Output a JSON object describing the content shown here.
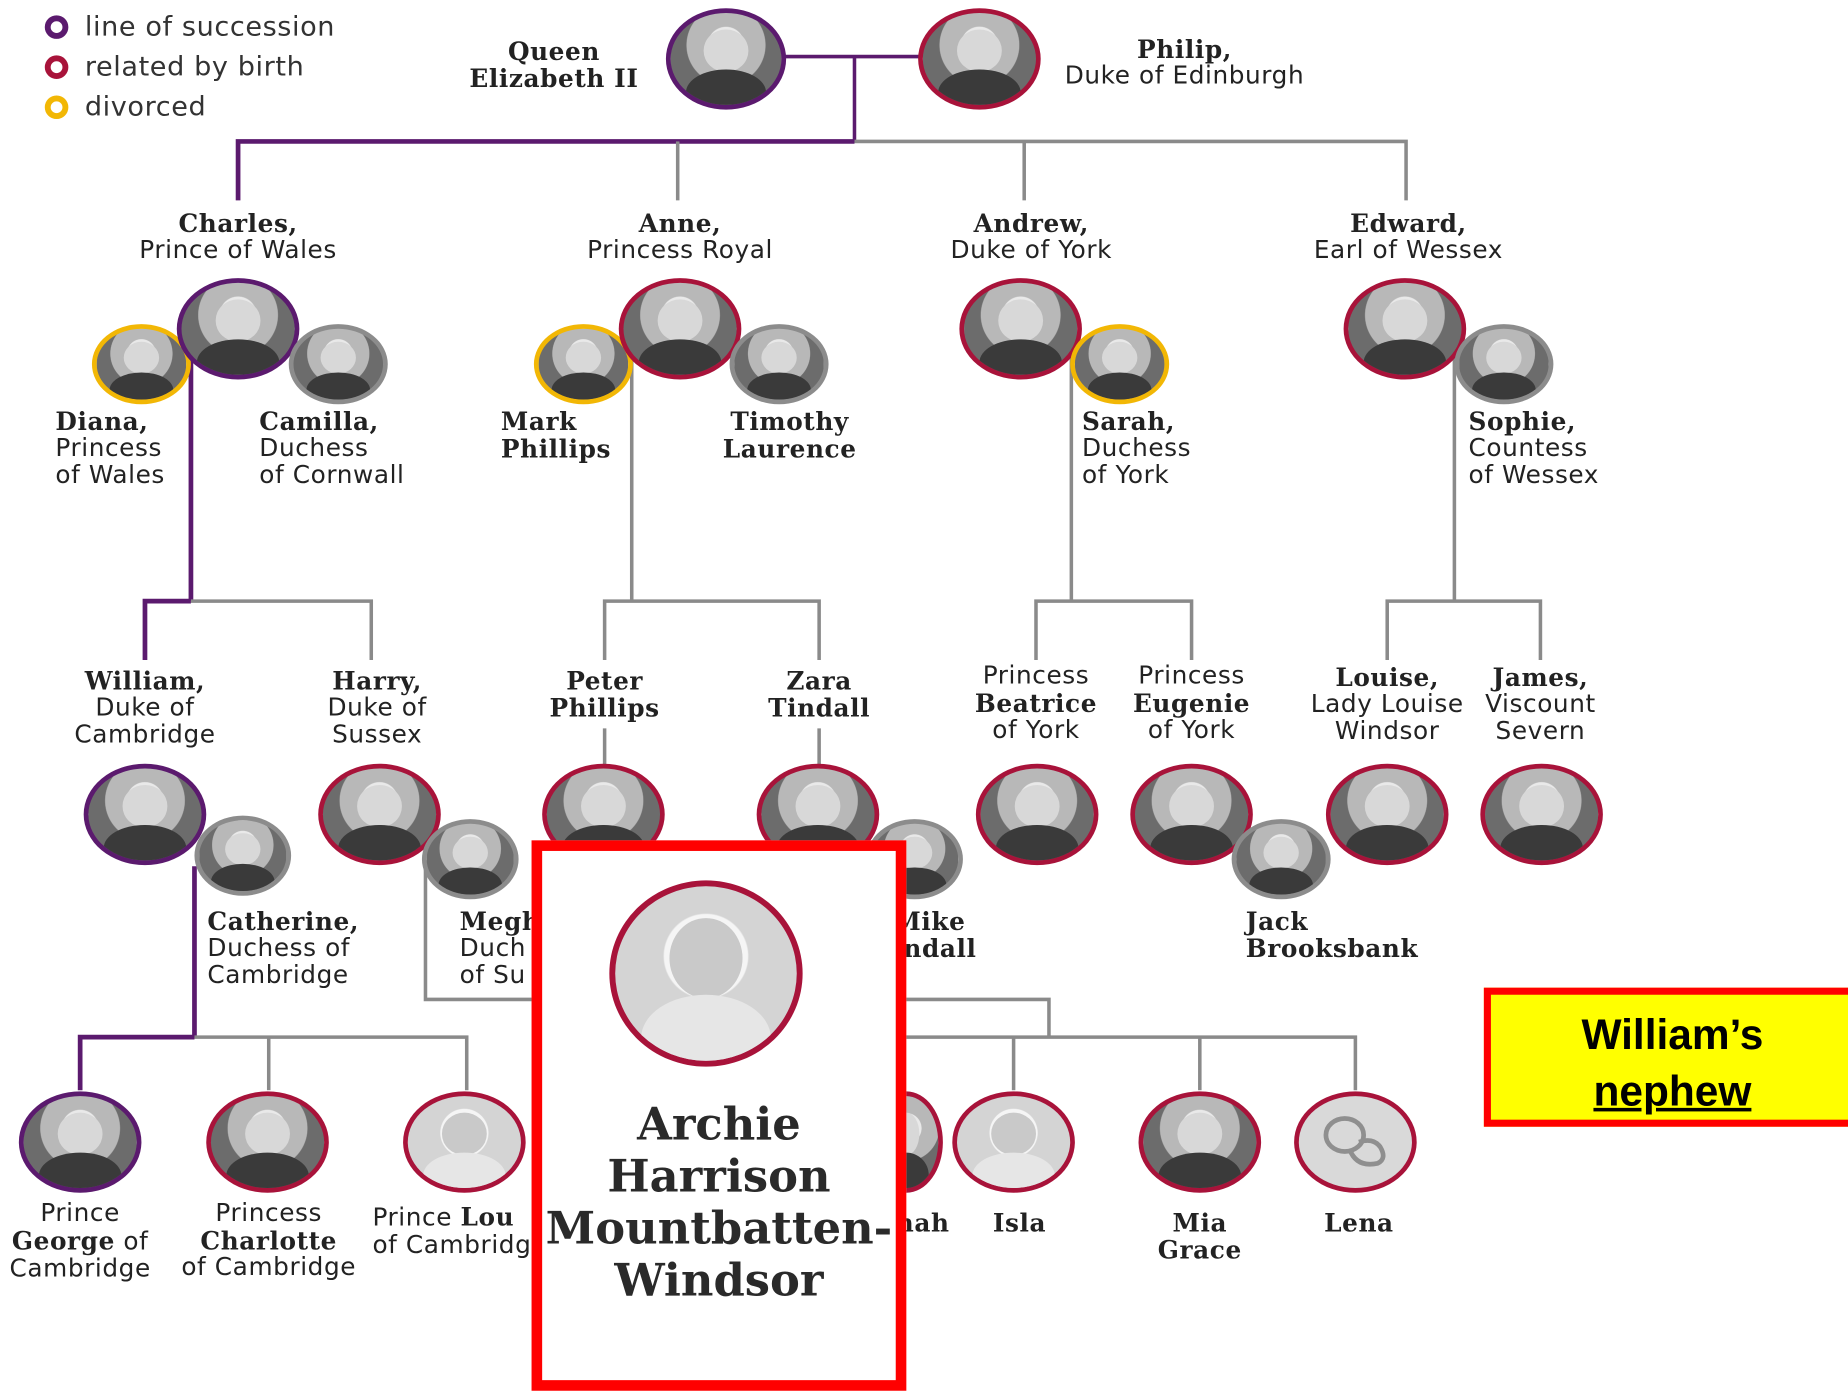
{
  "colors": {
    "succession": "#5b1a6e",
    "birth": "#a8133a",
    "divorced": "#f2b705",
    "spouse_ring": "#8c8c8c",
    "connector_grey": "#8a8a8a",
    "highlight_border": "#ff0000",
    "note_background": "#ffff00"
  },
  "legend": [
    {
      "label": "line of succession",
      "color": "#5b1a6e"
    },
    {
      "label": "related by birth",
      "color": "#a8133a"
    },
    {
      "label": "divorced",
      "color": "#f2b705"
    }
  ],
  "people": {
    "queen": {
      "bold": "Queen",
      "line2": "Elizabeth II"
    },
    "philip": {
      "bold": "Philip,",
      "line2": "Duke of Edinburgh"
    },
    "charles": {
      "bold": "Charles,",
      "line2": "Prince of Wales"
    },
    "anne": {
      "bold": "Anne,",
      "line2": "Princess Royal"
    },
    "andrew": {
      "bold": "Andrew,",
      "line2": "Duke of York"
    },
    "edward": {
      "bold": "Edward,",
      "line2": "Earl of Wessex"
    },
    "diana": {
      "bold": "Diana,",
      "line2": "Princess",
      "line3": "of Wales"
    },
    "camilla": {
      "bold": "Camilla,",
      "line2": "Duchess",
      "line3": "of Cornwall"
    },
    "mark": {
      "bold1": "Mark",
      "bold2": "Phillips"
    },
    "timothy": {
      "bold1": "Timothy",
      "bold2": "Laurence"
    },
    "sarah": {
      "bold": "Sarah,",
      "line2": "Duchess",
      "line3": "of York"
    },
    "sophie": {
      "bold": "Sophie,",
      "line2": "Countess",
      "line3": "of Wessex"
    },
    "william": {
      "bold": "William,",
      "line2": "Duke of",
      "line3": "Cambridge"
    },
    "harry": {
      "bold": "Harry,",
      "line2": "Duke of",
      "line3": "Sussex"
    },
    "peter": {
      "bold1": "Peter",
      "bold2": "Phillips"
    },
    "zara": {
      "bold1": "Zara",
      "bold2": "Tindall"
    },
    "beatrice": {
      "line1": "Princess",
      "bold": "Beatrice",
      "line3": "of York"
    },
    "eugenie": {
      "line1": "Princess",
      "bold": "Eugenie",
      "line3": "of York"
    },
    "louise": {
      "bold": "Louise,",
      "line2": "Lady Louise",
      "line3": "Windsor"
    },
    "james": {
      "bold": "James,",
      "line2": "Viscount",
      "line3": "Severn"
    },
    "catherine": {
      "bold": "Catherine,",
      "line2": "Duchess of",
      "line3": "Cambridge"
    },
    "meghan": {
      "bold": "Megh",
      "line2": "Duch",
      "line3": "of Su"
    },
    "mike": {
      "bold1": "Mike",
      "bold2": "indall"
    },
    "jack": {
      "bold1": "Jack",
      "bold2": "Brooksbank"
    },
    "george": {
      "line1": "Prince",
      "bold": "George",
      "tail": " of",
      "line3": "Cambridge"
    },
    "charlotte": {
      "line1": "Princess",
      "bold": "Charlotte",
      "line3": "of Cambridge"
    },
    "louis": {
      "line1": "Prince ",
      "bold": "Lou",
      "line2": "of Cambridg"
    },
    "savannah": {
      "bold": "nah"
    },
    "isla": {
      "bold": "Isla"
    },
    "mia": {
      "bold1": "Mia",
      "bold2": "Grace"
    },
    "lena": {
      "bold": "Lena"
    }
  },
  "highlight": {
    "name_lines": [
      "Archie",
      "Harrison",
      "Mountbatten-",
      "Windsor"
    ]
  },
  "note": {
    "line1": "William’s",
    "line2": "nephew"
  }
}
